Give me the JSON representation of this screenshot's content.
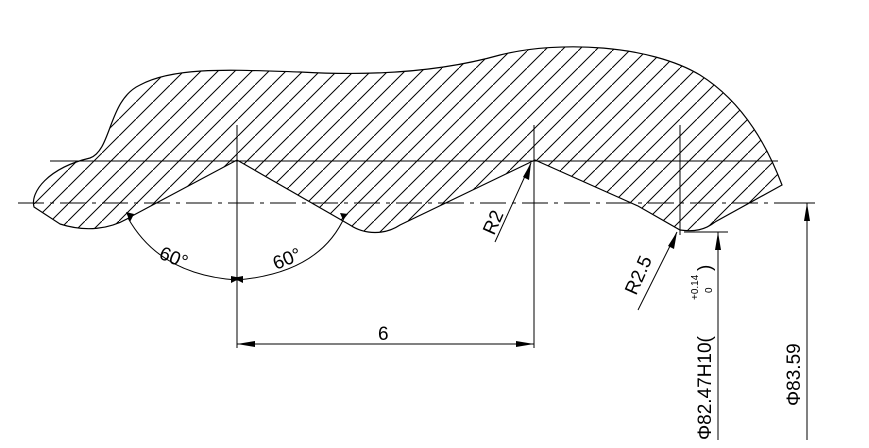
{
  "dimensions": {
    "angle_left": "60°",
    "angle_right": "60°",
    "pitch": "6",
    "radius_small": "R2",
    "radius_large": "R2.5",
    "inner_diameter": "Φ82.47H10(",
    "inner_tol_upper": "+0.14",
    "inner_tol_lower": "0",
    "inner_close": ")",
    "outer_diameter": "Φ83.59"
  }
}
